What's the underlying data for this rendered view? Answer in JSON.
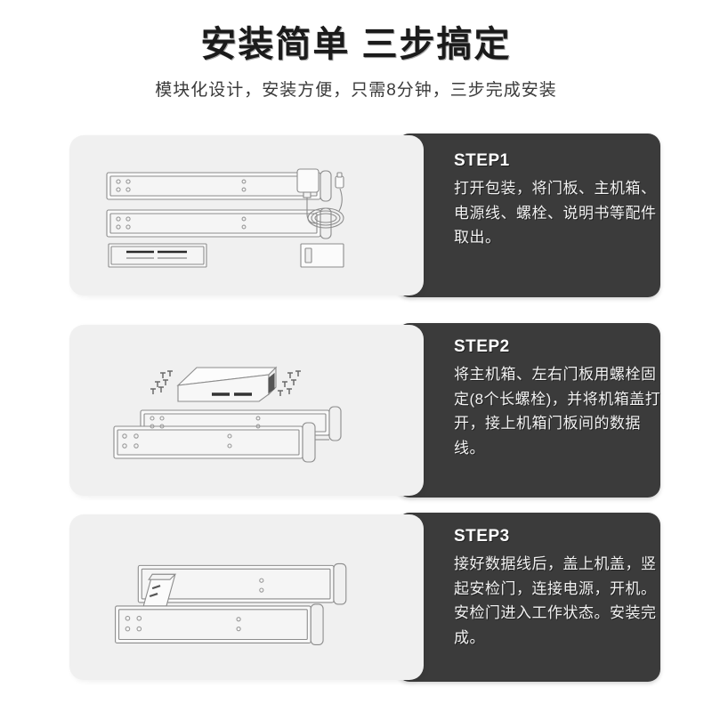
{
  "header": {
    "title": "安装简单 三步搞定",
    "subtitle": "模块化设计，安装方便，只需8分钟，三步完成安装"
  },
  "colors": {
    "background": "#ffffff",
    "card_dark": "#3b3b3b",
    "card_light": "#f0f0f0",
    "title_text": "#1b1b1b",
    "subtitle_text": "#3a3a3a",
    "step_text": "#f2f2f2",
    "line_art": "#8c8c8c"
  },
  "steps": [
    {
      "label": "STEP1",
      "text": "打开包装，将门板、主机箱、电源线、螺栓、说明书等配件取出。",
      "illustration": "unboxed-parts-door-panels-main-box-power-adapter-accessory-box"
    },
    {
      "label": "STEP2",
      "text": "将主机箱、左右门板用螺栓固定(8个长螺栓)，并将机箱盖打开，接上机箱门板间的数据线。",
      "illustration": "main-box-with-bolts-above-two-door-panels"
    },
    {
      "label": "STEP3",
      "text": "接好数据线后，盖上机盖，竖起安检门，连接电源，开机。安检门进入工作状态。安装完成。",
      "illustration": "assembled-frame-with-tilted-lid"
    }
  ]
}
